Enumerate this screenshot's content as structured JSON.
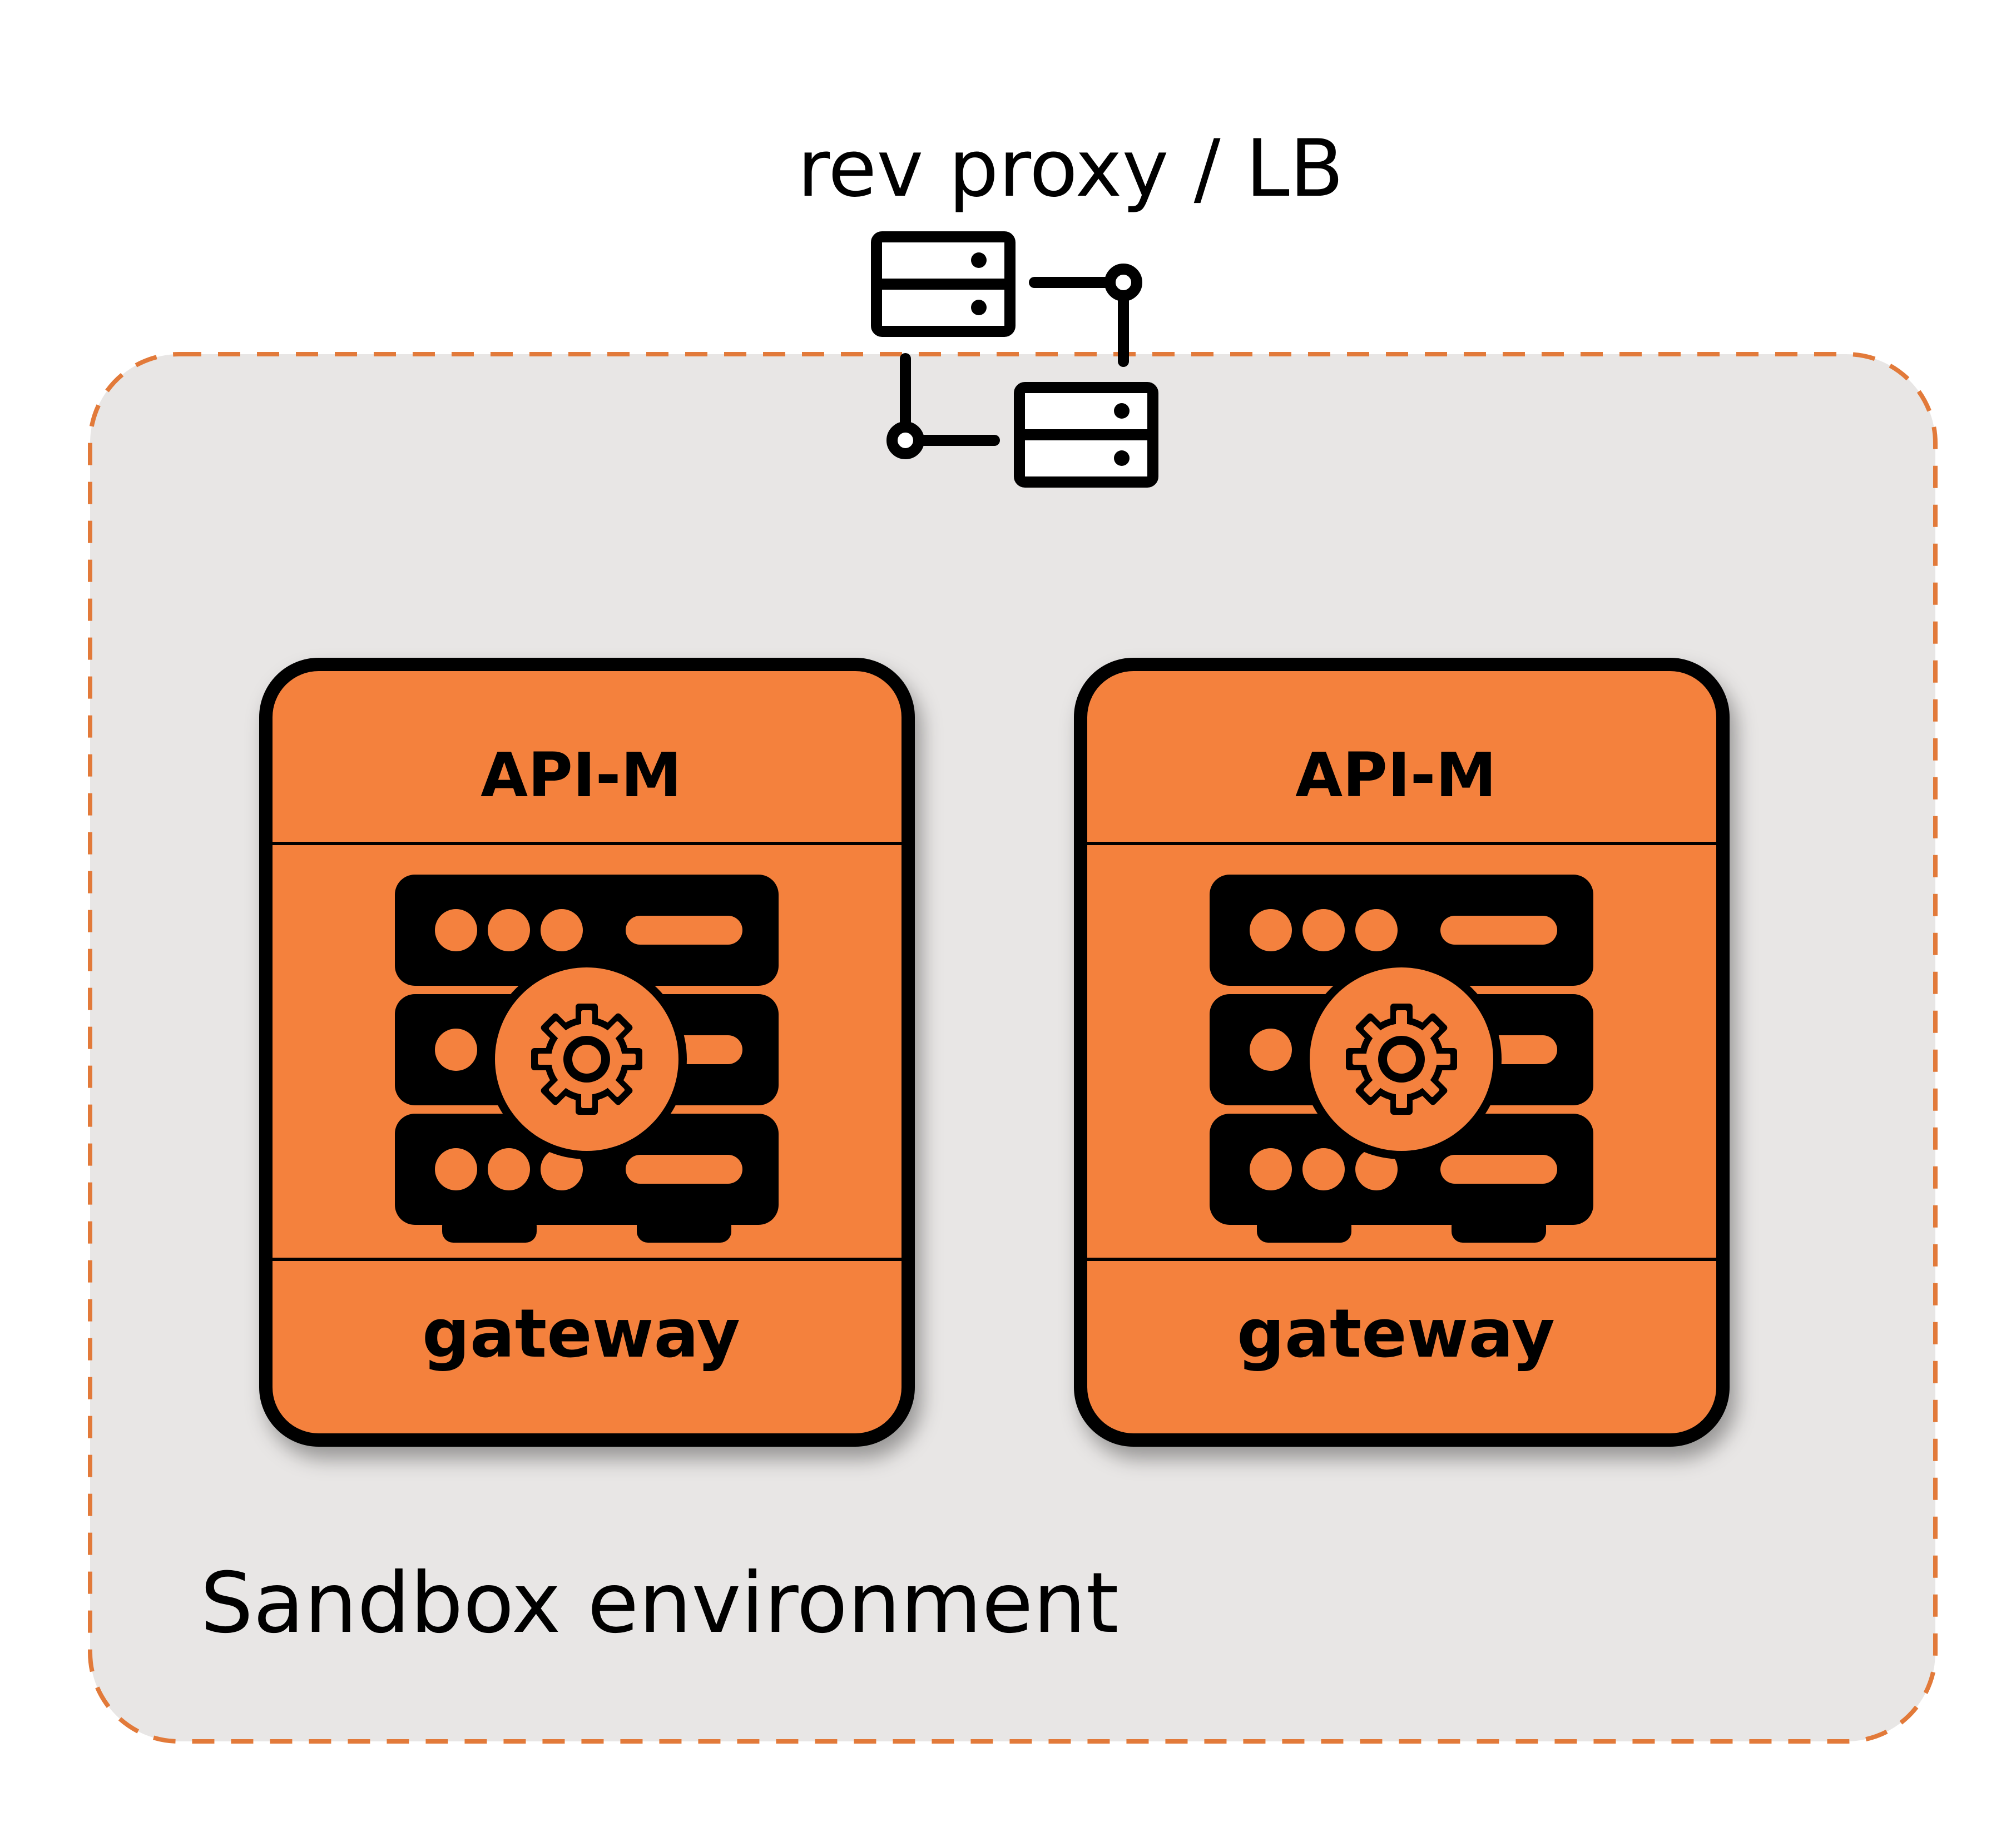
{
  "proxy": {
    "label": "rev proxy / LB",
    "icon": "server-network-icon"
  },
  "environment": {
    "label": "Sandbox environment",
    "fill_color": "#e8e6e5",
    "border_color": "#e27a3a"
  },
  "nodes": [
    {
      "header": "API-M",
      "footer": "gateway",
      "icon": "server-gear-icon",
      "fill_color": "#f4813e"
    },
    {
      "header": "API-M",
      "footer": "gateway",
      "icon": "server-gear-icon",
      "fill_color": "#f4813e"
    }
  ]
}
